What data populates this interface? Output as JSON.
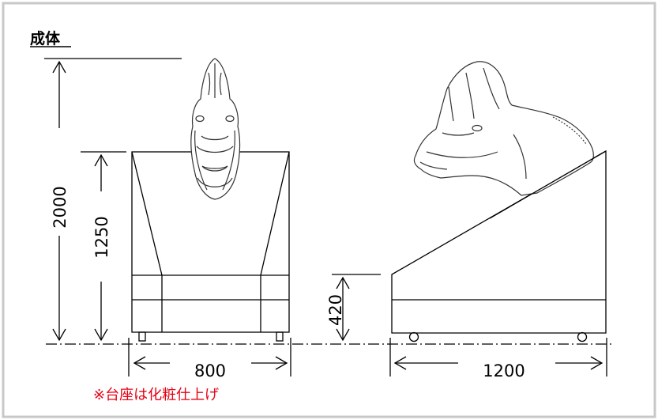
{
  "title": "成体",
  "note": "※台座は化粧仕上げ",
  "dimensions": {
    "total_height": "2000",
    "base_height": "1250",
    "side_base_height": "420",
    "front_width": "800",
    "side_length": "1200"
  },
  "colors": {
    "frame_border": "#c8c8c8",
    "line": "#000000",
    "note": "#e60012",
    "drawing": "#333333"
  }
}
